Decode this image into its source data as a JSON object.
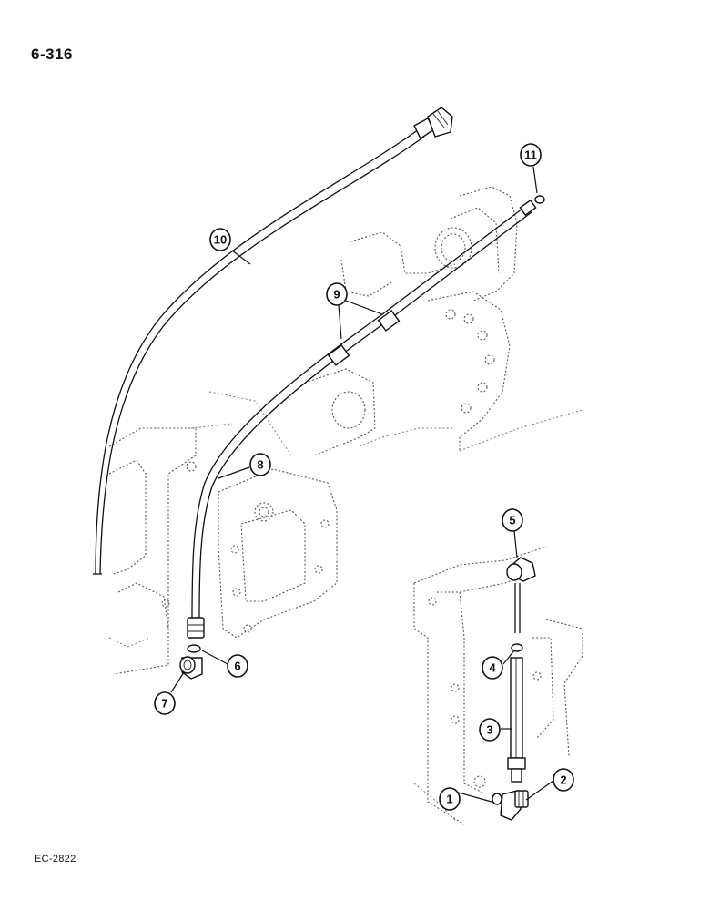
{
  "page_number": "6-316",
  "figure_code": "EC-2822",
  "callouts": [
    "1",
    "2",
    "3",
    "4",
    "5",
    "6",
    "7",
    "8",
    "9",
    "10",
    "11"
  ]
}
